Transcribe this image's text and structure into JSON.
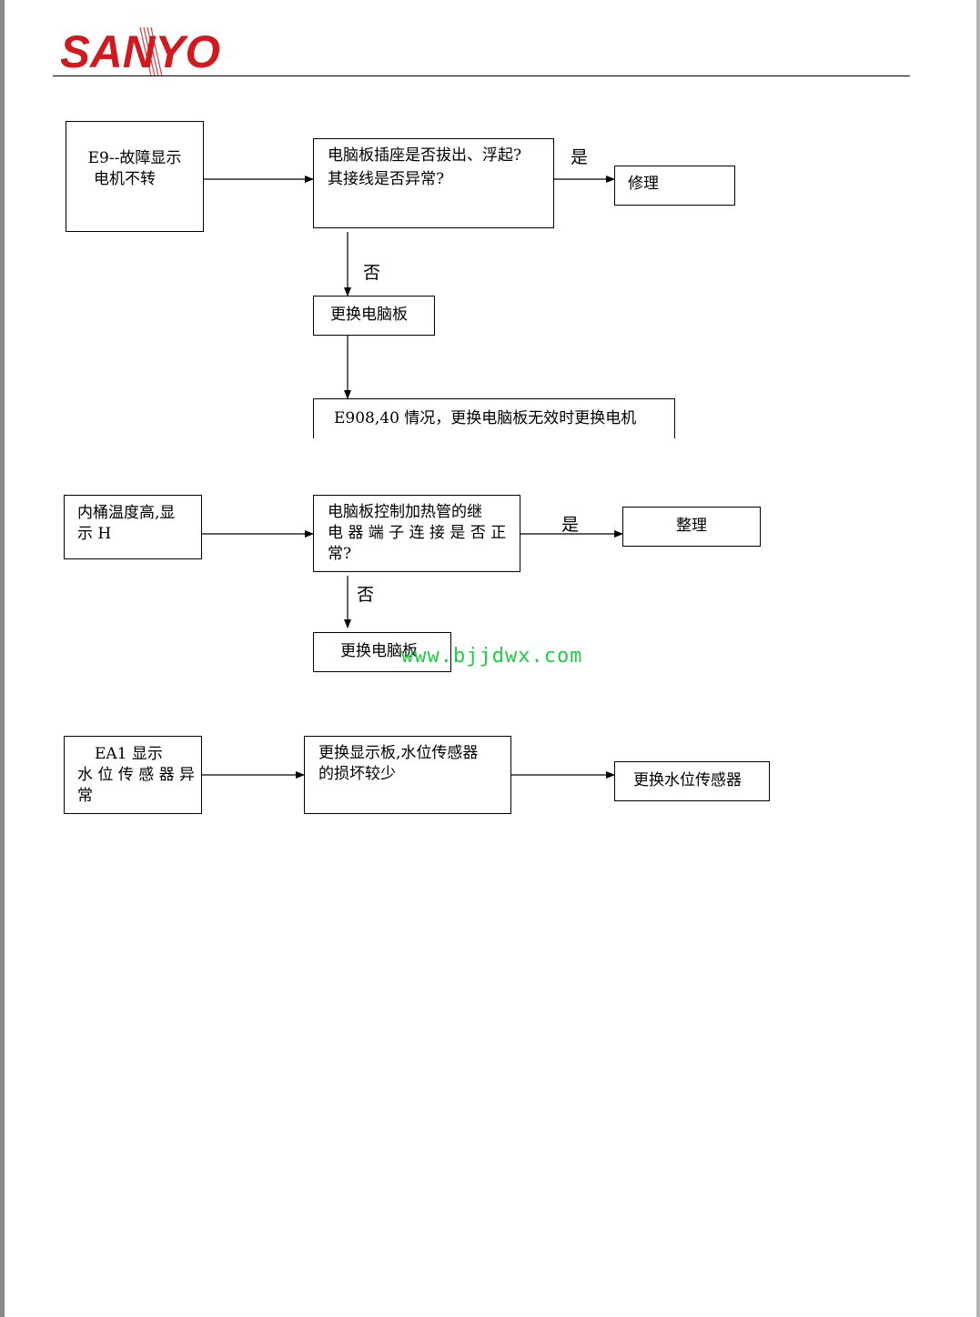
{
  "header": {
    "brand": "SANYO"
  },
  "flow1": {
    "start": [
      "E9--故障显示",
      "电机不转"
    ],
    "question": [
      "电脑板插座是否拔出、浮起?",
      "其接线是否异常?"
    ],
    "yes_label": "是",
    "yes_action": "修理",
    "no_label": "否",
    "no_action": "更换电脑板",
    "final_note": "E908,40 情况，更换电脑板无效时更换电机"
  },
  "flow2": {
    "start": [
      "内桶温度高,显",
      "示 H"
    ],
    "question": [
      "电脑板控制加热管的继",
      "电 器 端 子 连 接 是 否 正",
      "常?"
    ],
    "yes_label": "是",
    "yes_action": "整理",
    "no_label": "否",
    "no_action": "更换电脑板"
  },
  "flow3": {
    "start": [
      "EA1 显示",
      "水 位 传 感 器 异",
      "常"
    ],
    "middle": [
      "更换显示板,水位传感器",
      "的损坏较少"
    ],
    "end": "更换水位传感器"
  },
  "watermark": "www.bjjdwx.com",
  "colors": {
    "brand_red": "#d11a1f",
    "watermark_green": "#22cc44"
  }
}
